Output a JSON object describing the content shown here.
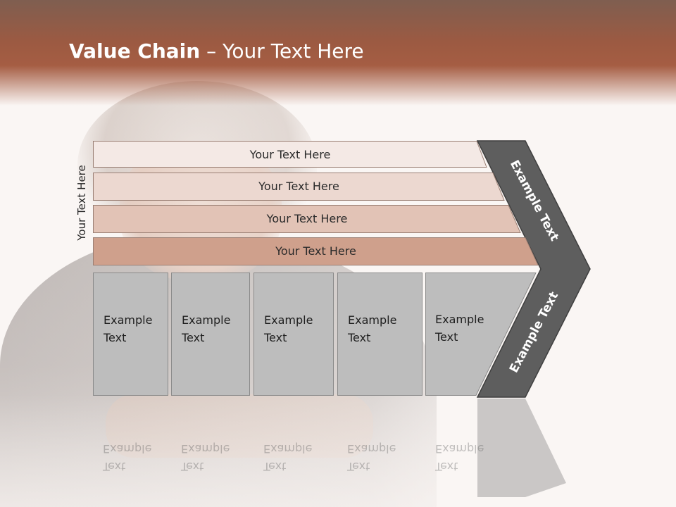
{
  "slide": {
    "title_bold": "Value Chain",
    "title_rest": " – Your Text Here",
    "side_label": "Your Text Here"
  },
  "rows": [
    {
      "label": "Your Text Here",
      "color": "#f4e9e5"
    },
    {
      "label": "Your Text Here",
      "color": "#ecd8d0"
    },
    {
      "label": "Your Text Here",
      "color": "#e2c3b6"
    },
    {
      "label": "Your Text Here",
      "color": "#cfa08c"
    }
  ],
  "cells": [
    {
      "line1": "Example",
      "line2": "Text"
    },
    {
      "line1": "Example",
      "line2": "Text"
    },
    {
      "line1": "Example",
      "line2": "Text"
    },
    {
      "line1": "Example",
      "line2": "Text"
    },
    {
      "line1": "Example",
      "line2": "Text"
    }
  ],
  "chevron": {
    "upper_text": "Example Text",
    "lower_text": "Example Text",
    "color": "#5e5e5e"
  },
  "colors": {
    "header": "#a55d43",
    "cell_fill": "#bdbdbd"
  }
}
